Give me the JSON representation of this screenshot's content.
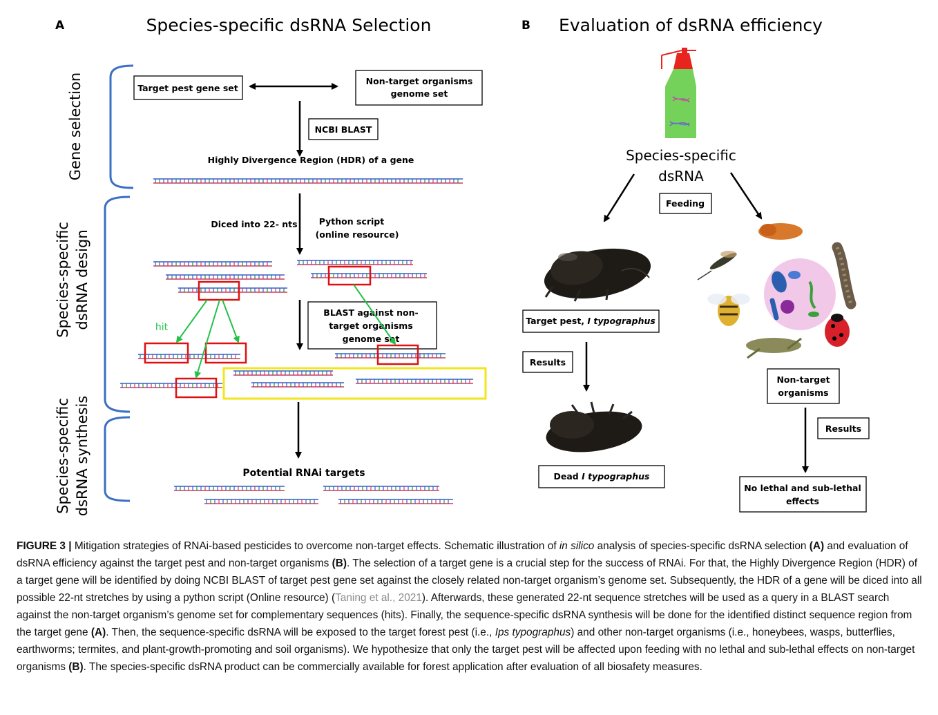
{
  "panel_a": {
    "letter": "A",
    "title": "Species-specific dsRNA Selection",
    "side_labels": {
      "gene_selection": "Gene selection",
      "design_line1": "Species-specific",
      "design_line2": "dsRNA design",
      "synthesis_line1": "Species-specific",
      "synthesis_line2": "dsRNA synthesis"
    },
    "target_gene_set": "Target pest gene set",
    "nontarget_genome_line1": "Non-target organisms",
    "nontarget_genome_line2": "genome set",
    "ncbi_blast": "NCBI BLAST",
    "hdr_label": "Highly Divergence Region (HDR) of a gene",
    "diced_label": "Diced into 22- nts",
    "python_line1": "Python script",
    "python_line2": "(online resource)",
    "blast_line1": "BLAST against  non-",
    "blast_line2": "target organisms",
    "blast_line3": "genome set",
    "hit_label": "hit",
    "potential_targets": "Potential RNAi targets"
  },
  "panel_b": {
    "letter": "B",
    "title": "Evaluation of dsRNA efficiency",
    "dsrna_line1": "Species-specific",
    "dsrna_line2": "dsRNA",
    "feeding": "Feeding",
    "target_pest_prefix": "Target pest, ",
    "target_pest_species": "I typographus",
    "results_left": "Results",
    "dead_prefix": "Dead ",
    "dead_species": "I typographus",
    "nontarget_line1": "Non-target",
    "nontarget_line2": "organisms",
    "results_right": "Results",
    "no_lethal_line1": "No lethal and sub-lethal",
    "no_lethal_line2": "effects"
  },
  "colors": {
    "brace_blue": "#3a6fc4",
    "highlight_red": "#e01010",
    "highlight_yellow": "#f2e51a",
    "hit_green": "#22c24a",
    "bottle_green": "#74d25a",
    "bottle_red": "#e8241e"
  },
  "caption": {
    "label": "FIGURE 3 |",
    "s1": " Mitigation strategies of RNAi-based pesticides to overcome non-target effects. Schematic illustration of ",
    "s1_italic": "in silico",
    "s2": " analysis of species-specific dsRNA selection ",
    "ref_a1": "(A)",
    "s3": " and evaluation of dsRNA efficiency against the target pest and non-target organisms ",
    "ref_b1": "(B)",
    "s4": ". The selection of a target gene is a crucial step for the success of RNAi. For that, the Highly Divergence Region (HDR) of a target gene will be identified by doing NCBI BLAST of target pest gene set against the closely related non-target organism’s genome set. Subsequently, the HDR of a gene will be diced into all possible 22-nt stretches by using a python script (Online resource) (",
    "citation": "Taning et al., 2021",
    "s5": "). Afterwards, these generated 22-nt sequence stretches will be used as a query in a BLAST search against the non-target organism’s genome set for complementary sequences (hits). Finally, the sequence-specific dsRNA synthesis will be done for the identified distinct sequence region from the target gene ",
    "ref_a2": "(A)",
    "s6": ". Then, the sequence-specific dsRNA will be exposed to the target forest pest (i.e., ",
    "species_italic": "Ips typographus",
    "s7": ") and other non-target organisms (i.e., honeybees, wasps, butterflies, earthworms; termites, and plant-growth-promoting and soil organisms). We hypothesize that only the target pest will be affected upon feeding with no lethal and sub-lethal effects on non-target organisms ",
    "ref_b2": "(B)",
    "s8": ". The species-specific dsRNA product can be commercially available for forest application after evaluation of all biosafety measures."
  }
}
